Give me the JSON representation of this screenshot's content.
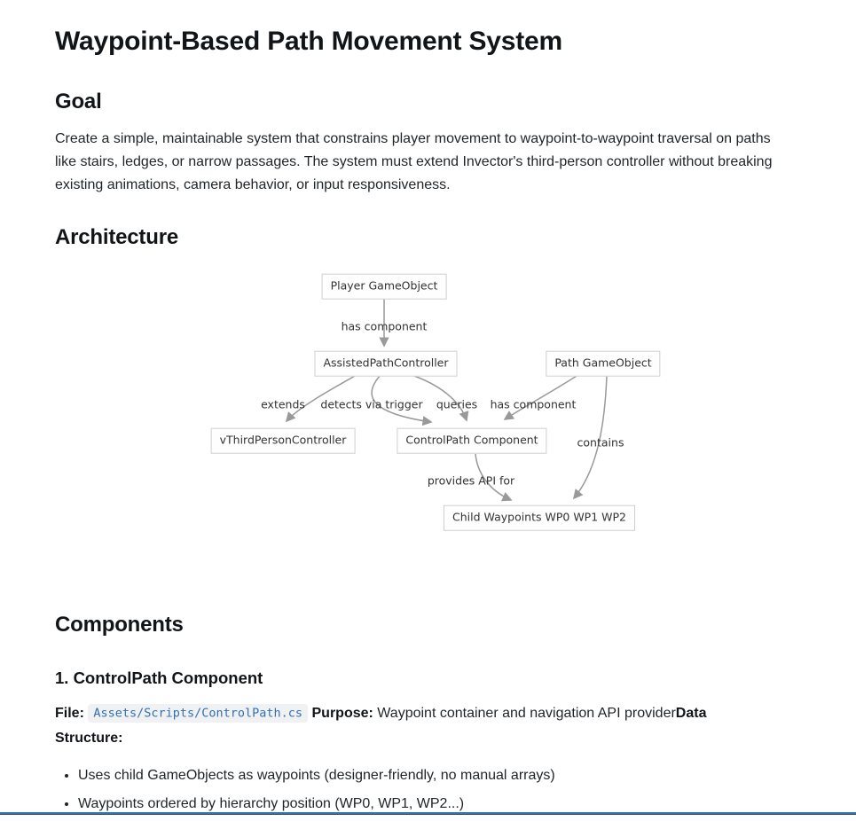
{
  "page": {
    "title": "Waypoint-Based Path Movement System",
    "goal": {
      "heading": "Goal",
      "body": "Create a simple, maintainable system that constrains player movement to waypoint-to-waypoint traversal on paths like stairs, ledges, or narrow passages. The system must extend Invector's third-person controller without breaking existing animations, camera behavior, or input responsiveness."
    },
    "architecture": {
      "heading": "Architecture"
    },
    "components": {
      "heading": "Components",
      "item1": {
        "heading": "1. ControlPath Component",
        "file_label": "File:",
        "file_path": "Assets/Scripts/ControlPath.cs",
        "purpose_label": "Purpose:",
        "purpose_text": " Waypoint container and navigation API provider",
        "data_structure_label": "Data Structure:",
        "bullets": [
          "Uses child GameObjects as waypoints (designer-friendly, no manual arrays)",
          "Waypoints ordered by hierarchy position (WP0, WP1, WP2...)"
        ]
      }
    }
  },
  "diagram": {
    "type": "flowchart",
    "nodes": [
      {
        "id": "player",
        "label": "Player GameObject"
      },
      {
        "id": "apc",
        "label": "AssistedPathController"
      },
      {
        "id": "pathgo",
        "label": "Path GameObject"
      },
      {
        "id": "vtpc",
        "label": "vThirdPersonController"
      },
      {
        "id": "cpc",
        "label": "ControlPath Component"
      },
      {
        "id": "waypoints",
        "label": "Child Waypoints WP0 WP1 WP2"
      }
    ],
    "edges": [
      {
        "from": "player",
        "to": "apc",
        "label": "has component"
      },
      {
        "from": "apc",
        "to": "vtpc",
        "label": "extends"
      },
      {
        "from": "apc",
        "to": "cpc",
        "label": "detects via trigger"
      },
      {
        "from": "apc",
        "to": "cpc",
        "label": "queries"
      },
      {
        "from": "pathgo",
        "to": "cpc",
        "label": "has component"
      },
      {
        "from": "pathgo",
        "to": "waypoints",
        "label": "contains"
      },
      {
        "from": "cpc",
        "to": "waypoints",
        "label": "provides API for"
      }
    ],
    "colors": {
      "edge": "#999999",
      "node_border": "#cfcfcf",
      "node_fill": "#fefefe",
      "node_text": "#333333"
    }
  },
  "chrome": {
    "bottom_border_color": "#3778ad",
    "code_text_color": "#3270b2",
    "code_bg_color": "#f0f1f3"
  }
}
